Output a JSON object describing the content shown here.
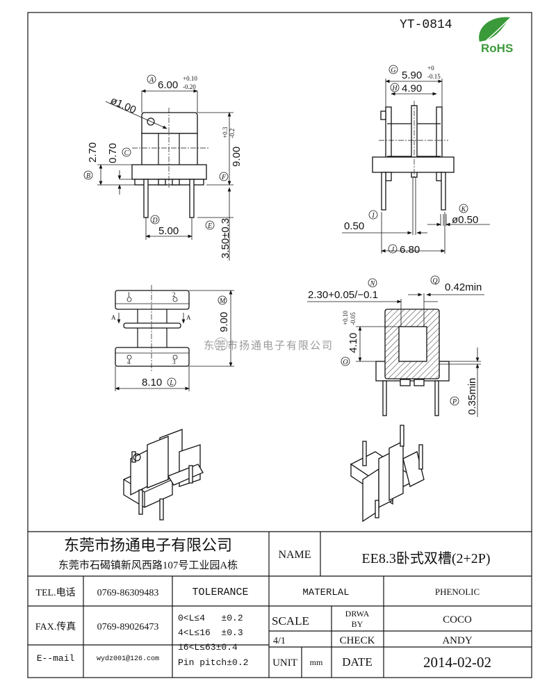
{
  "header": {
    "part_number": "YT-0814",
    "rohs_logo_text": "RoHS"
  },
  "watermark": "东莞市扬通电子有限公司",
  "views": {
    "front": {
      "A": {
        "callout": "A",
        "value": "6.00",
        "tol_plus": "+0.10",
        "tol_minus": "-0.20"
      },
      "hole": "ø1.00",
      "B": {
        "callout": "B",
        "value": "2.70"
      },
      "C": {
        "callout": "C",
        "value": "0.70"
      },
      "F": {
        "callout": "F",
        "value": "9.00",
        "tol_plus": "+0.3",
        "tol_minus": "-0.2"
      },
      "D": {
        "callout": "D",
        "value": "5.00"
      },
      "E": {
        "callout": "E",
        "value": "3.50±0.3"
      }
    },
    "side": {
      "G": {
        "callout": "G",
        "value": "5.90",
        "tol_plus": "+0",
        "tol_minus": "-0.15"
      },
      "H": {
        "callout": "H",
        "value": "4.90"
      },
      "I": {
        "callout": "I",
        "value": "0.50"
      },
      "J": {
        "callout": "J",
        "value": "6.80"
      },
      "K": {
        "callout": "K",
        "value": "ø0.50"
      }
    },
    "bottom": {
      "pins": [
        "1",
        "2",
        "3",
        "4"
      ],
      "section_mark": "A",
      "M": {
        "callout": "M",
        "value": "9.00"
      },
      "L": {
        "callout": "L",
        "value": "8.10"
      }
    },
    "section": {
      "N": {
        "callout": "N",
        "value": "2.30+0.05/−0.1"
      },
      "Q": {
        "callout": "Q",
        "value": "0.42min"
      },
      "O": {
        "callout": "O",
        "value": "4.10",
        "tol_plus": "+0.10",
        "tol_minus": "-0.05"
      },
      "P": {
        "callout": "P",
        "value": "0.35min"
      }
    }
  },
  "title_block": {
    "company": "东莞市扬通电子有限公司",
    "address": "东莞市石碣镇新风西路107号工业园A栋",
    "name_label": "NAME",
    "name_value": "EE8.3卧式双槽(2+2P)",
    "tel_label": "TEL.电话",
    "tel_value": "0769-86309483",
    "fax_label": "FAX.传真",
    "fax_value": "0769-89026473",
    "email_label": "E--mail",
    "email_value": "wydz001@126.com",
    "tolerance_label": "TOLERANCE",
    "tolerance_lines": [
      "0<L≤4   ±0.2",
      "4<L≤16  ±0.3",
      "16<L≤63±0.4",
      "Pin pitch±0.2"
    ],
    "material_label": "MATERLAL",
    "material_value": "PHENOLIC",
    "scale_label": "SCALE",
    "scale_value": "4/1",
    "drawn_by_label_1": "DRWA",
    "drawn_by_label_2": "BY",
    "drawn_by_value": "COCO",
    "check_label": "CHECK",
    "check_value": "ANDY",
    "unit_label": "UNIT",
    "unit_value": "mm",
    "date_label": "DATE",
    "date_value": "2014-02-02"
  }
}
